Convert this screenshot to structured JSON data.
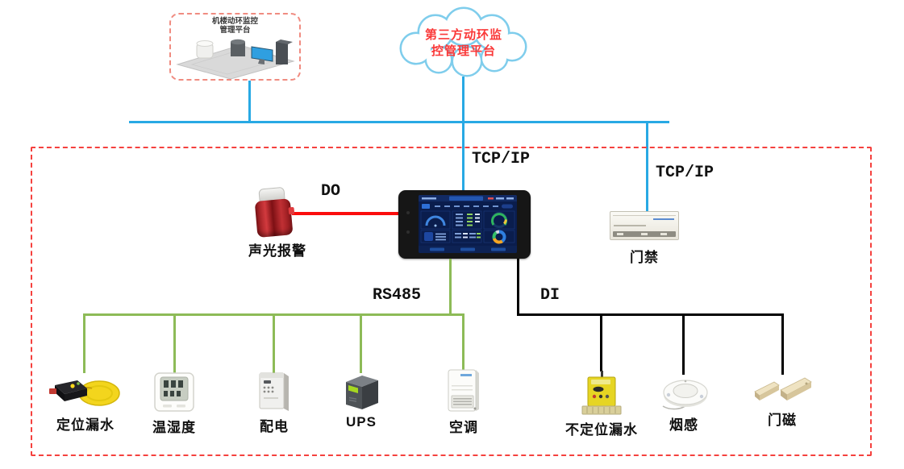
{
  "diagram": {
    "platform": {
      "line1": "机楼动环监控",
      "line2": "管理平台"
    },
    "cloud": {
      "line1": "第三方动环监",
      "line2": "控管理平台"
    },
    "links": {
      "tcpip_main": "TCP/IP",
      "tcpip_access": "TCP/IP",
      "do": "DO",
      "rs485": "RS485",
      "di": "DI"
    },
    "devices": {
      "alarm": {
        "label": "声光报警"
      },
      "access_control": {
        "label": "门禁"
      },
      "leak_locating": {
        "label": "定位漏水"
      },
      "temp_humidity": {
        "label": "温湿度"
      },
      "power_dist": {
        "label": "配电"
      },
      "ups": {
        "label": "UPS"
      },
      "air_conditioner": {
        "label": "空调"
      },
      "leak_non_locating": {
        "label": "不定位漏水"
      },
      "smoke_detector": {
        "label": "烟感"
      },
      "door_magnet": {
        "label": "门磁"
      }
    },
    "colors": {
      "ethernet_line": "#28a9e4",
      "rs485_line": "#8dbb57",
      "di_line": "#000000",
      "do_line": "#fb0d0c",
      "boundary_dash": "#f5413e",
      "platform_dash": "#f08b80",
      "cloud_stroke": "#7fcdec",
      "cloud_text": "#fa3838"
    }
  }
}
